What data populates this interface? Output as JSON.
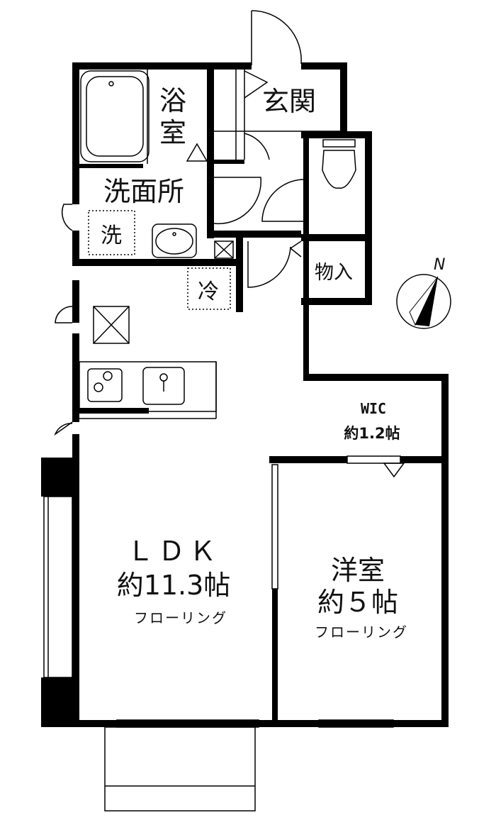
{
  "plan": {
    "rooms": {
      "bath": {
        "line1": "浴",
        "line2": "室"
      },
      "entrance": "玄関",
      "washroom": "洗面所",
      "washer": "洗",
      "fridge": "冷",
      "storage": "物入",
      "wic": {
        "name": "WIC",
        "size": "約1.2帖"
      },
      "ldk": {
        "name": "ＬＤＫ",
        "size": "約11.3帖",
        "floor": "フローリング"
      },
      "western": {
        "name": "洋室",
        "size": "約５帖",
        "floor": "フローリング"
      }
    },
    "compass": {
      "north_label": "N"
    }
  }
}
